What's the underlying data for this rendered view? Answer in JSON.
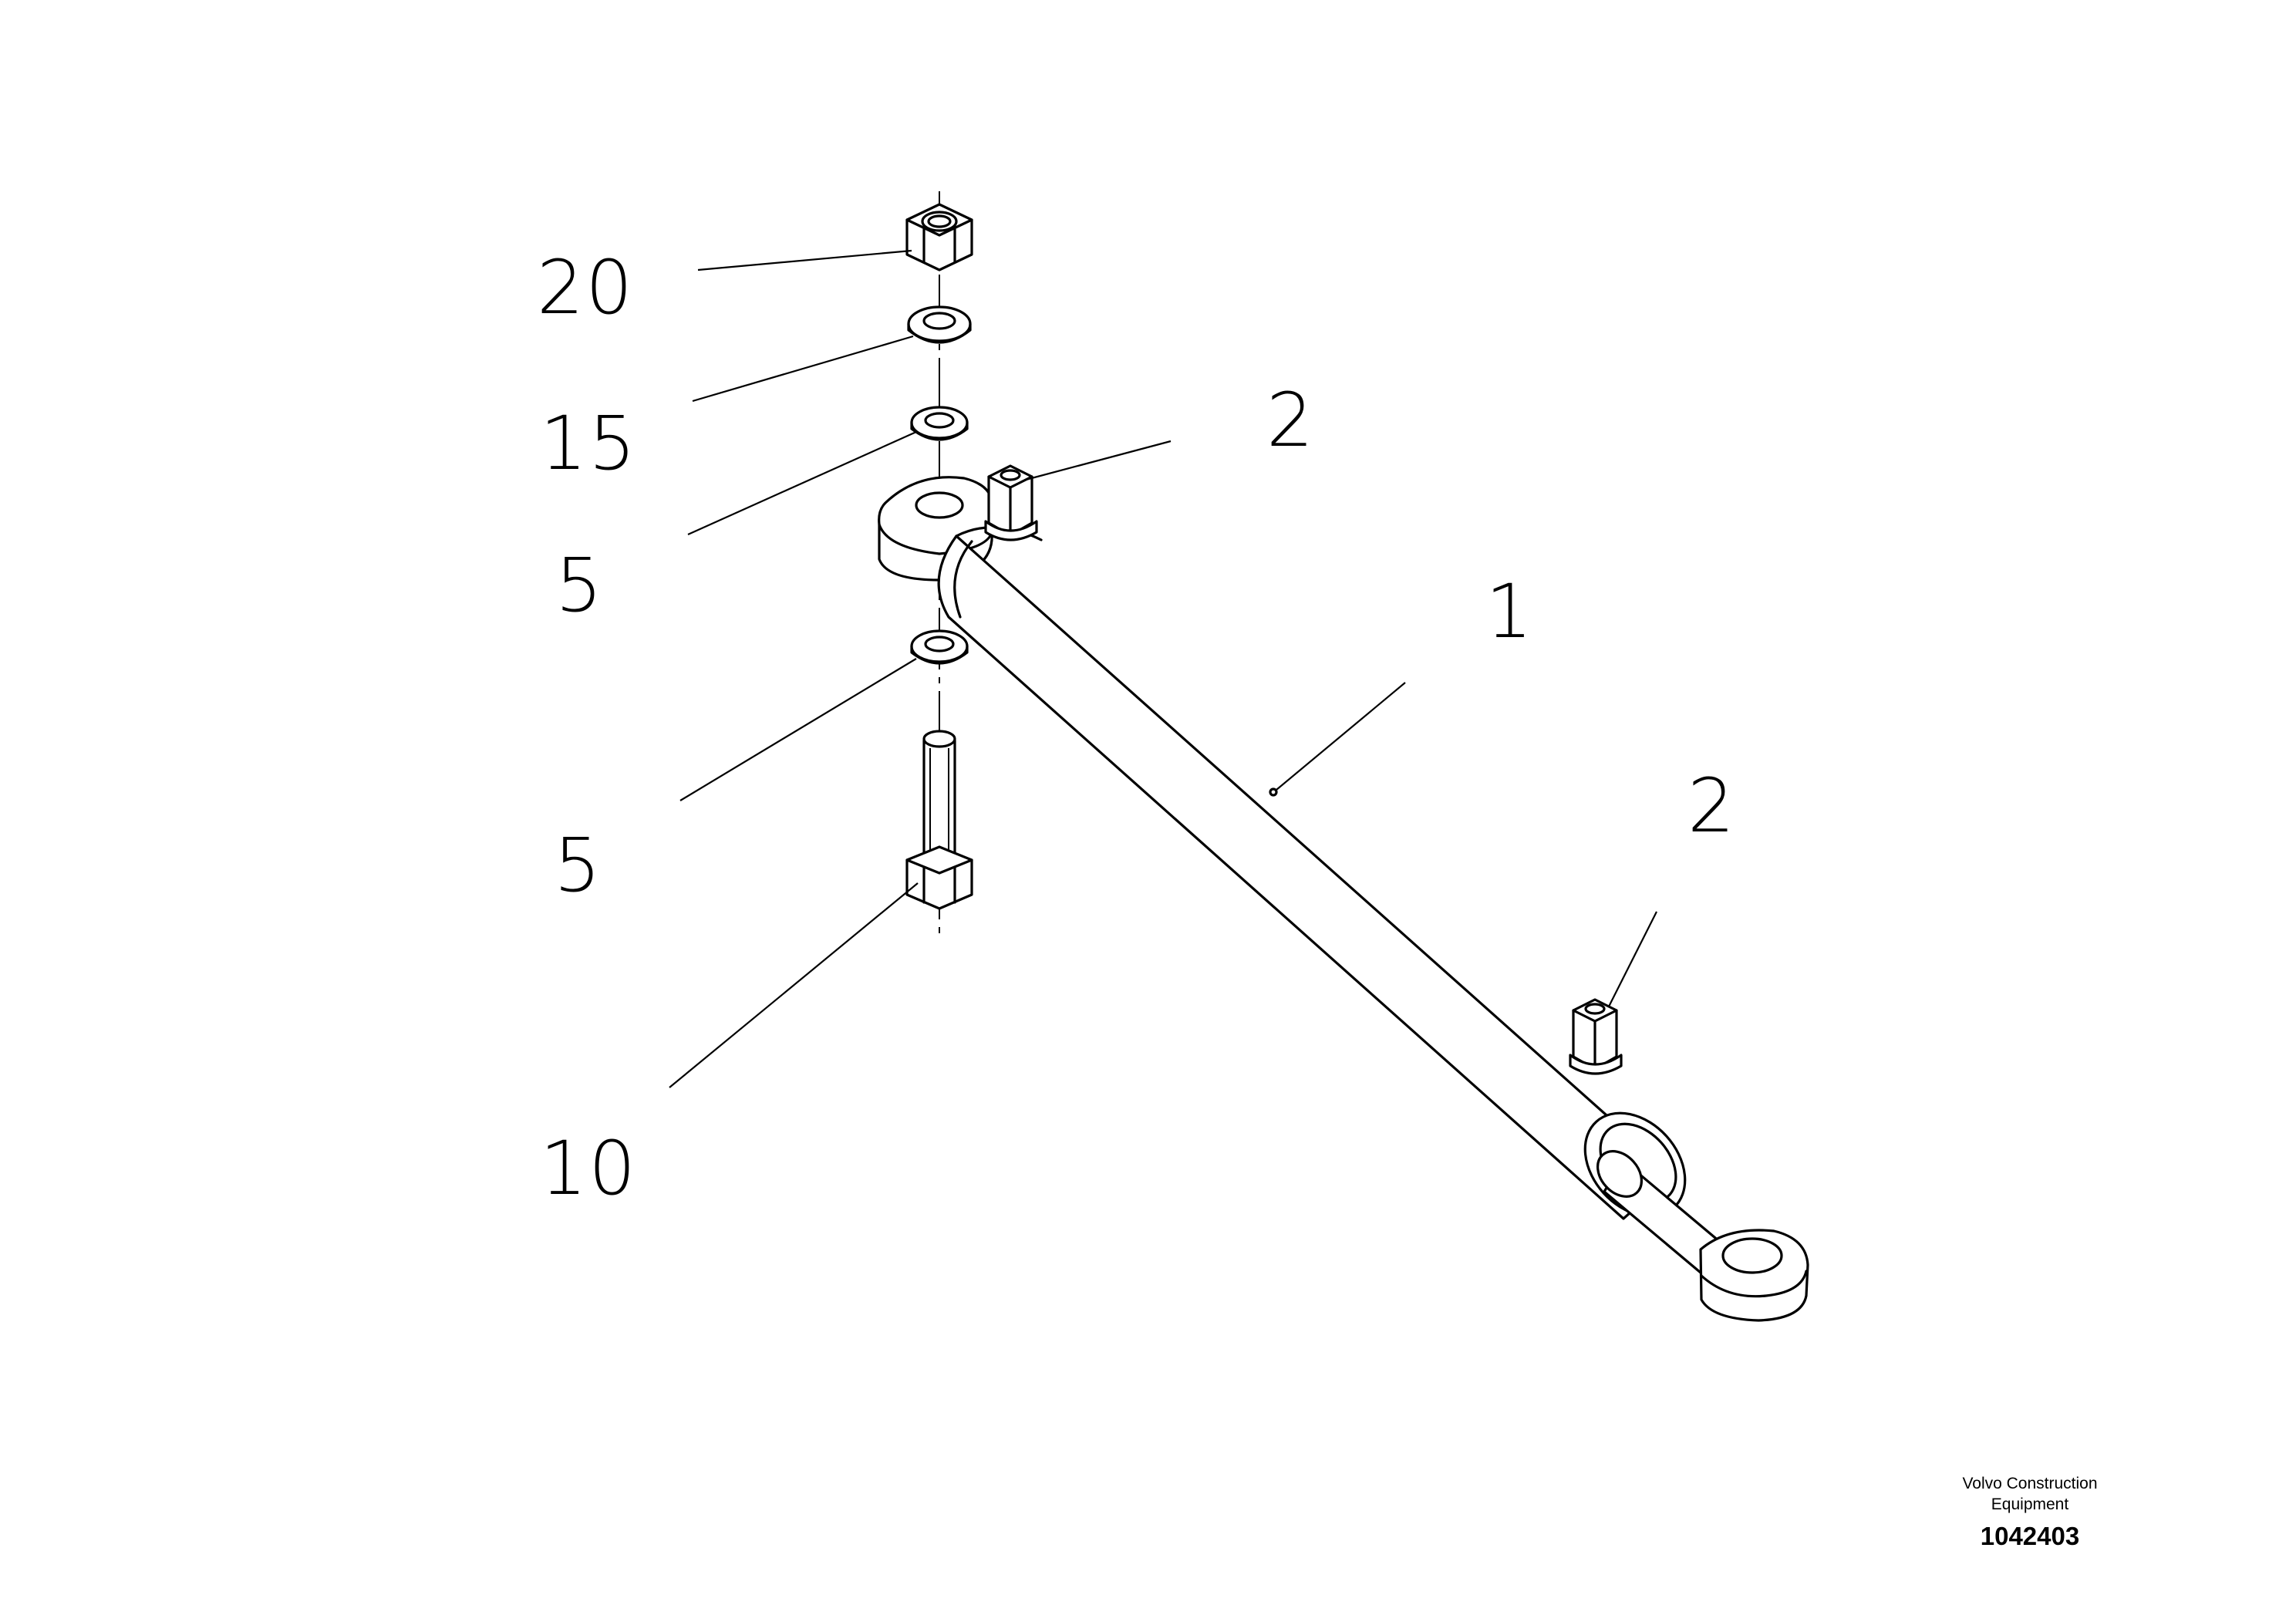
{
  "callouts": {
    "c20": "20",
    "c15": "15",
    "c5a": "5",
    "c5b": "5",
    "c10": "10",
    "c2a": "2",
    "c2b": "2",
    "c1": "1"
  },
  "footer": {
    "company_line1": "Volvo Construction",
    "company_line2": "Equipment",
    "drawing_number": "1042403"
  }
}
